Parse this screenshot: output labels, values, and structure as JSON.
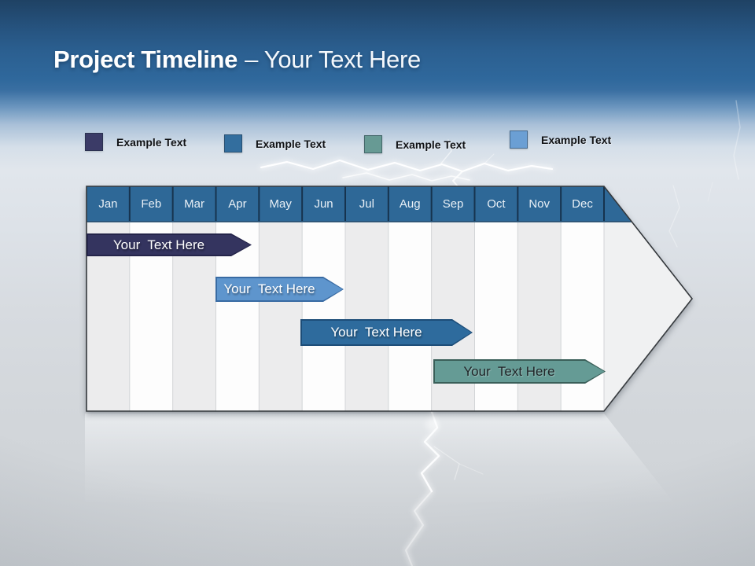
{
  "slide": {
    "title": {
      "main": "Project Timeline",
      "suffix": "– Your Text Here"
    }
  },
  "legend": {
    "items": [
      {
        "label": "Example Text",
        "color": "#3b3b67"
      },
      {
        "label": "Example Text",
        "color": "#336e9e"
      },
      {
        "label": "Example Text",
        "color": "#679a94"
      },
      {
        "label": "Example Text",
        "color": "#6b9fd4"
      }
    ]
  },
  "timeline": {
    "months": [
      "Jan",
      "Feb",
      "Mar",
      "Apr",
      "May",
      "Jun",
      "Jul",
      "Aug",
      "Sep",
      "Oct",
      "Nov",
      "Dec"
    ],
    "header_color": "#2e6897",
    "bars": [
      {
        "label": "Your  Text Here",
        "fill": "#34345f",
        "border": "#24244a",
        "text_color": "#ffffff",
        "start_month": "Jan",
        "end_month": "Mar"
      },
      {
        "label": "Your  Text Here",
        "fill": "#5e95cd",
        "border": "#396ba3",
        "text_color": "#ffffff",
        "start_month": "Apr",
        "end_month": "Jun"
      },
      {
        "label": "Your  Text Here",
        "fill": "#2e6b9d",
        "border": "#1d4d78",
        "text_color": "#ffffff",
        "start_month": "Jun",
        "end_month": "Sep"
      },
      {
        "label": "Your  Text Here",
        "fill": "#659b95",
        "border": "#3a5f59",
        "text_color": "#1f2427",
        "start_month": "Sep",
        "end_month": "Dec"
      }
    ]
  },
  "chart_data": {
    "type": "bar",
    "subtype": "gantt-timeline",
    "title": "Project Timeline – Your Text Here",
    "categories": [
      "Jan",
      "Feb",
      "Mar",
      "Apr",
      "May",
      "Jun",
      "Jul",
      "Aug",
      "Sep",
      "Oct",
      "Nov",
      "Dec"
    ],
    "x_axis_position": "top",
    "legend_position": "top",
    "legend": [
      "Example Text",
      "Example Text",
      "Example Text",
      "Example Text"
    ],
    "series": [
      {
        "name": "Your  Text Here",
        "row": 1,
        "start": 0.0,
        "end": 3.25,
        "color": "#34345f"
      },
      {
        "name": "Your  Text Here",
        "row": 2,
        "start": 3.0,
        "end": 5.5,
        "color": "#5e95cd"
      },
      {
        "name": "Your  Text Here",
        "row": 3,
        "start": 5.0,
        "end": 8.5,
        "color": "#2e6b9d"
      },
      {
        "name": "Your  Text Here",
        "row": 4,
        "start": 8.05,
        "end": 11.55,
        "color": "#659b95"
      }
    ],
    "axis_range_months": [
      0,
      12
    ],
    "grid": "alternating-column-shading"
  }
}
